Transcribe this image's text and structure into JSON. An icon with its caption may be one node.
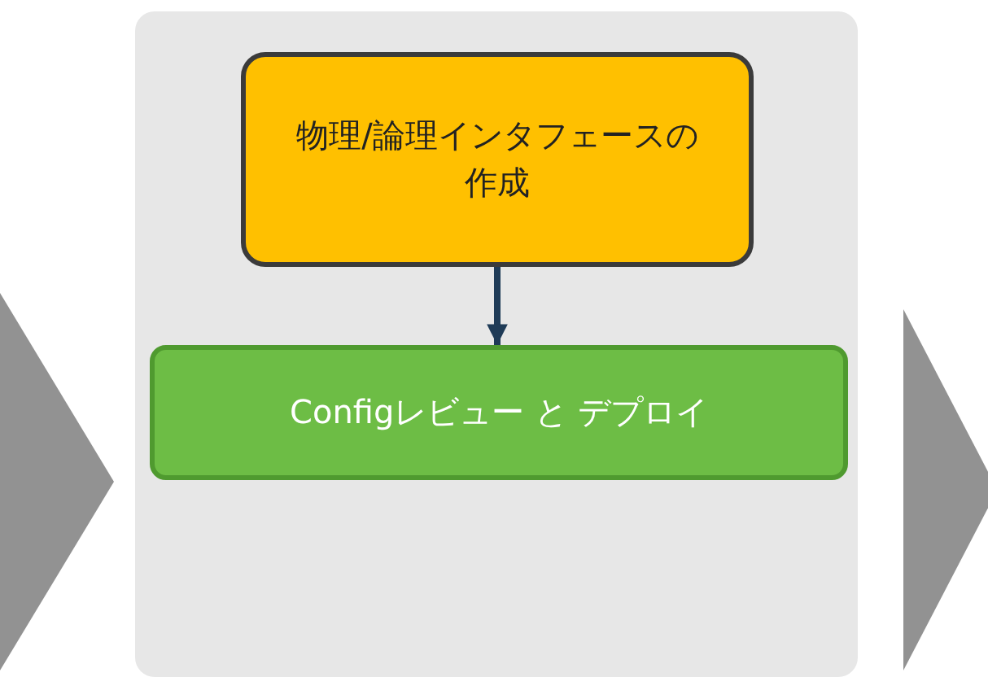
{
  "diagram": {
    "nodes": [
      {
        "text": [],
        "shape": "chevron"
      },
      {
        "text": [],
        "shape": "box"
      },
      {
        "text": [
          "物理/論理インタフェースの作成"
        ],
        "in": 1
      },
      {
        "text": [
          "Configレビュー と デプロイ"
        ],
        "in": 1
      },
      {
        "text": [],
        "shape": "chevron"
      }
    ],
    "edges": [
      {
        "from": 2,
        "to": 3,
        "arrow": "to",
        "color": "#1f3b57"
      }
    ]
  }
}
